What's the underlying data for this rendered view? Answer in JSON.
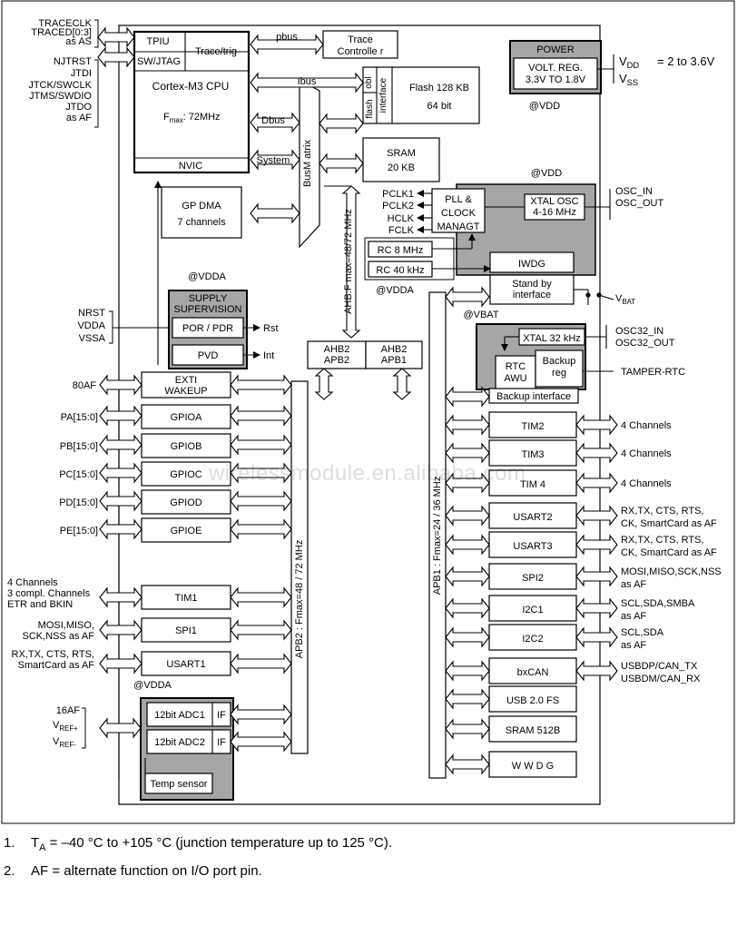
{
  "ref": "ai14390d",
  "watermark": "wirelessmodule.en.alibaba.com",
  "colors": {
    "shade": "#a6a6a6",
    "line": "#000000"
  },
  "notes": [
    {
      "num": "1.",
      "pre": "T",
      "sub": "A",
      "post": " = –40 °C to +105 °C (junction temperature up to 125 °C)."
    },
    {
      "num": "2.",
      "text": "AF = alternate function on I/O port pin."
    }
  ],
  "texts": {
    "jtag_sigs": [
      "TRACECLK",
      "TRACED[0:3]",
      "as AS",
      "NJTRST",
      "JTDI",
      "JTCK/SWCLK",
      "JTMS/SWDIO",
      "JTDO",
      "as AF"
    ],
    "tpiu": "TPIU",
    "swjtag": "SW/JTAG",
    "trace_trig": "Trace/trig",
    "pbus": "pbus",
    "trace_ctrl": [
      "Trace",
      "Controlle r"
    ],
    "cpu": "Cortex-M3 CPU",
    "fmax_pre": "F",
    "fmax_sub": "max",
    "fmax_post": ": 72MHz",
    "nvic": "NVIC",
    "ibus": "Ibus",
    "dbus": "Dbus",
    "system": "System",
    "busmatrix": "BusM atrix",
    "obl": "obl",
    "flash_if1": "flash",
    "flash_if2": "interface",
    "flash": [
      "Flash 128 KB",
      "64 bit"
    ],
    "sram": [
      "SRAM",
      "20 KB"
    ],
    "power": "POWER",
    "volt_reg": [
      "VOLT. REG.",
      "3.3V TO 1.8V"
    ],
    "at_vdd": "@VDD",
    "vdd_ext": "= 2 to 3.6V",
    "v": "V",
    "sub_dd": "DD",
    "sub_ss": "SS",
    "at_vdd2": "@VDD",
    "gpdma": [
      "GP DMA",
      "7 channels"
    ],
    "clk_sigs": [
      "PCLK1",
      "PCLK2",
      "HCLK",
      "FCLK"
    ],
    "pll": [
      "PLL &",
      "CLOCK",
      "MANAGT"
    ],
    "xtal": [
      "XTAL OSC",
      "4-16 MHz"
    ],
    "osc_sigs": [
      "OSC_IN",
      "OSC_OUT"
    ],
    "rc8": "RC 8 MHz",
    "rc40": "RC 40 kHz",
    "iwdg": "IWDG",
    "standby": [
      "Stand by",
      "interface"
    ],
    "at_vdda": "@VDDA",
    "at_vdda2": "@VDDA",
    "at_vdda3": "@VDDA",
    "vbat_at": "@VBAT",
    "vbat_pin": "V",
    "vbat_sub": "BAT",
    "supply": [
      "SUPPLY",
      "SUPERVISION"
    ],
    "por": "POR / PDR",
    "pvd": "PVD",
    "rst": "Rst",
    "int": "Int",
    "nrst_sigs": [
      "NRST",
      "VDDA",
      "VSSA"
    ],
    "ahb_label": "AHB:F max=48/72 MHz",
    "ahb2apb2": [
      "AHB2",
      "APB2"
    ],
    "ahb2apb1": [
      "AHB2",
      "APB1"
    ],
    "xtal32": "XTAL 32 kHz",
    "osc32_sigs": [
      "OSC32_IN",
      "OSC32_OUT"
    ],
    "rtc": [
      "RTC",
      "AWU"
    ],
    "backup_reg": [
      "Backup",
      "reg"
    ],
    "tamper": "TAMPER-RTC",
    "backup_if": "Backup interface",
    "exti_pin": "80AF",
    "exti": [
      "EXTI",
      "WAKEUP"
    ],
    "gpio": [
      {
        "pin": "PA[15:0]",
        "name": "GPIOA"
      },
      {
        "pin": "PB[15:0]",
        "name": "GPIOB"
      },
      {
        "pin": "PC[15:0]",
        "name": "GPIOC"
      },
      {
        "pin": "PD[15:0]",
        "name": "GPIOD"
      },
      {
        "pin": "PE[15:0]",
        "name": "GPIOE"
      }
    ],
    "apb2_label": "APB2 : Fmax=48 / 72 MHz",
    "apb1_label": "APB1 : Fmax=24 / 36 MHz",
    "tim1_sigs": [
      "4 Channels",
      "3 compl. Channels",
      "ETR and BKIN"
    ],
    "tim1": "TIM1",
    "spi1_sigs": [
      "MOSI,MISO,",
      "SCK,NSS as AF"
    ],
    "spi1": "SPI1",
    "usart1_sigs": [
      "RX,TX, CTS, RTS,",
      "SmartCard as AF"
    ],
    "usart1": "USART1",
    "adc_sigs": [
      "16AF",
      "V",
      "REF+",
      "V",
      "REF-"
    ],
    "adc1": "12bit ADC1",
    "adc2": "12bit ADC2",
    "if": "IF",
    "temp": "Temp sensor",
    "apb1_periph": [
      {
        "name": "TIM2",
        "sigs": [
          "4 Channels"
        ]
      },
      {
        "name": "TIM3",
        "sigs": [
          "4 Channels"
        ]
      },
      {
        "name": "TIM 4",
        "sigs": [
          "4 Channels"
        ]
      },
      {
        "name": "USART2",
        "sigs": [
          "RX,TX, CTS, RTS,",
          "CK, SmartCard as AF"
        ]
      },
      {
        "name": "USART3",
        "sigs": [
          "RX,TX, CTS, RTS,",
          "CK, SmartCard as AF"
        ]
      },
      {
        "name": "SPI2",
        "sigs": [
          "MOSI,MISO,SCK,NSS",
          "as AF"
        ]
      },
      {
        "name": "I2C1",
        "sigs": [
          "SCL,SDA,SMBA",
          "as AF"
        ]
      },
      {
        "name": "I2C2",
        "sigs": [
          "SCL,SDA",
          "as AF"
        ]
      },
      {
        "name": "bxCAN",
        "sigs": [
          "USBDP/CAN_TX",
          "USBDM/CAN_RX"
        ]
      },
      {
        "name": "USB 2.0 FS",
        "sigs": []
      },
      {
        "name": "SRAM 512B",
        "sigs": []
      },
      {
        "name": "W W D G",
        "sigs": []
      }
    ]
  }
}
